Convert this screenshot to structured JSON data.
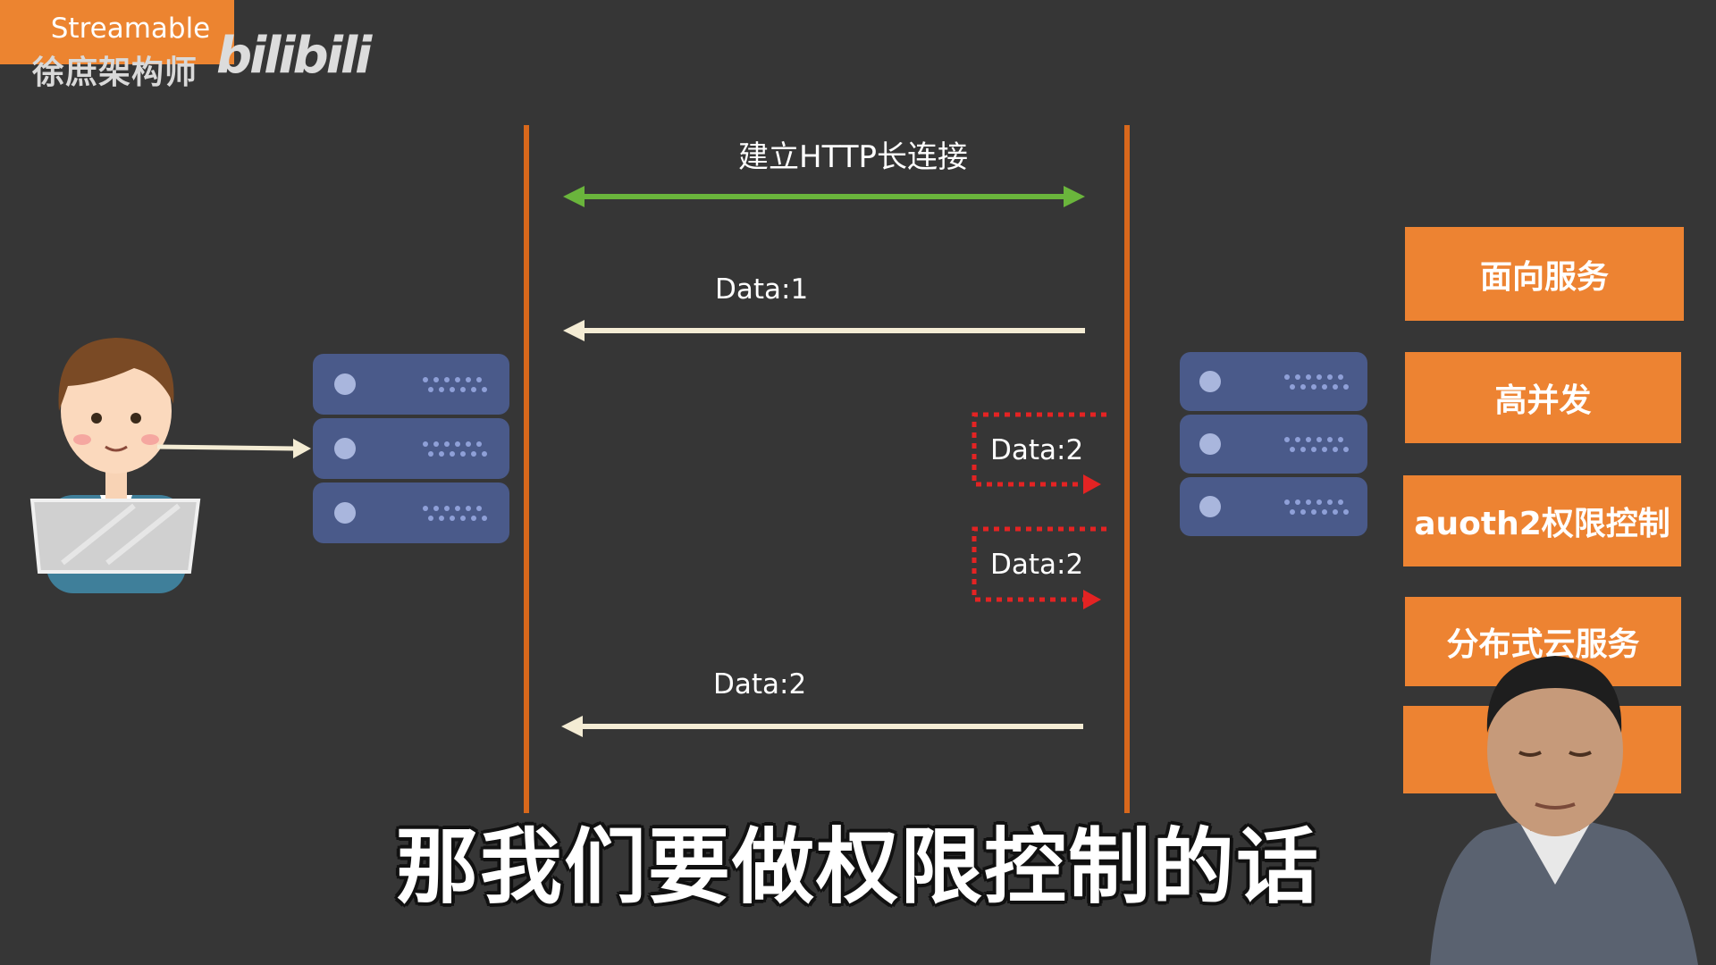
{
  "watermark": {
    "platform": "Streamable",
    "author": "徐庶架构师",
    "logo": "bilibili"
  },
  "diagram": {
    "connection_label": "建立HTTP长连接",
    "messages": [
      {
        "label": "Data:1",
        "direction": "server-to-client",
        "style": "solid"
      },
      {
        "label": "Data:2",
        "direction": "to-server",
        "style": "dashed-red"
      },
      {
        "label": "Data:2",
        "direction": "to-server",
        "style": "dashed-red"
      },
      {
        "label": "Data:2",
        "direction": "server-to-client",
        "style": "solid"
      }
    ],
    "colors": {
      "background": "#363636",
      "lifeline": "#d8681c",
      "connection_arrow": "#6ab53c",
      "data_arrow": "#f4ecd4",
      "dashed_box": "#e42323",
      "server": "#4a5a8a",
      "accent": "#ed8332"
    }
  },
  "services": [
    "面向服务",
    "高并发",
    "auoth2权限控制",
    "分布式云服务",
    ""
  ],
  "subtitle": "那我们要做权限控制的话"
}
